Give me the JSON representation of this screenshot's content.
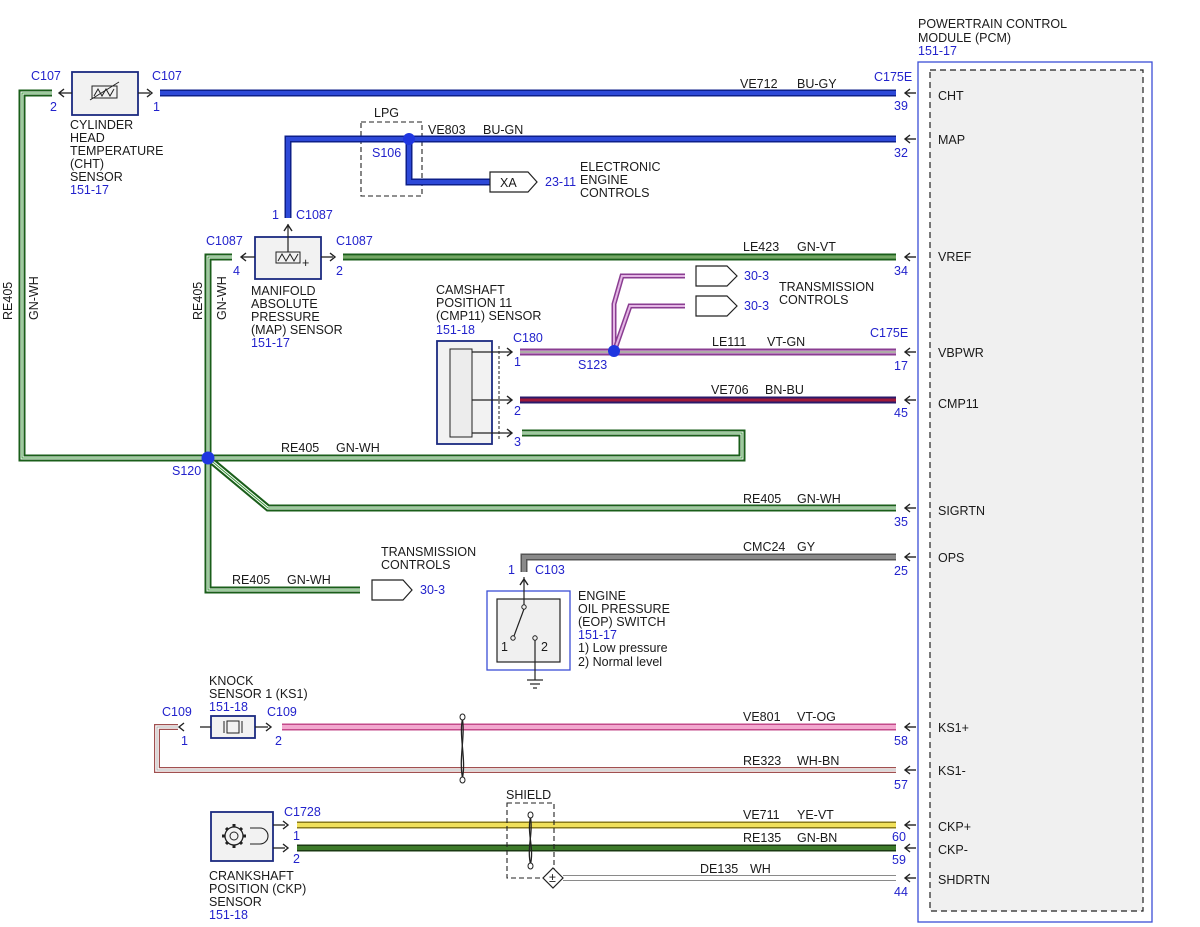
{
  "pcm": {
    "title_line1": "POWERTRAIN CONTROL",
    "title_line2": "MODULE (PCM)",
    "ref": "151-17",
    "connector_c175e": "C175E",
    "pins": {
      "cht": {
        "num": "39",
        "label": "CHT"
      },
      "map": {
        "num": "32",
        "label": "MAP"
      },
      "vref": {
        "num": "34",
        "label": "VREF"
      },
      "vbpwr": {
        "num": "17",
        "label": "VBPWR"
      },
      "cmp11": {
        "num": "45",
        "label": "CMP11"
      },
      "sigrtn": {
        "num": "35",
        "label": "SIGRTN"
      },
      "ops": {
        "num": "25",
        "label": "OPS"
      },
      "ks1p": {
        "num": "58",
        "label": "KS1+"
      },
      "ks1m": {
        "num": "57",
        "label": "KS1-"
      },
      "ckpp": {
        "num": "60",
        "label": "CKP+"
      },
      "ckpm": {
        "num": "59",
        "label": "CKP-"
      },
      "shdrtn": {
        "num": "44",
        "label": "SHDRTN"
      }
    }
  },
  "wires": {
    "ve712": {
      "circuit": "VE712",
      "color": "BU-GY"
    },
    "ve803": {
      "circuit": "VE803",
      "color": "BU-GN"
    },
    "le423": {
      "circuit": "LE423",
      "color": "GN-VT"
    },
    "le111": {
      "circuit": "LE111",
      "color": "VT-GN"
    },
    "ve706": {
      "circuit": "VE706",
      "color": "BN-BU"
    },
    "re405": {
      "circuit": "RE405",
      "color": "GN-WH"
    },
    "cmc24": {
      "circuit": "CMC24",
      "color": "GY"
    },
    "ve801": {
      "circuit": "VE801",
      "color": "VT-OG"
    },
    "re323": {
      "circuit": "RE323",
      "color": "WH-BN"
    },
    "ve711": {
      "circuit": "VE711",
      "color": "YE-VT"
    },
    "re135": {
      "circuit": "RE135",
      "color": "GN-BN"
    },
    "de135": {
      "circuit": "DE135",
      "color": "WH"
    }
  },
  "cht_sensor": {
    "line1": "CYLINDER",
    "line2": "HEAD",
    "line3": "TEMPERATURE",
    "line4": "(CHT)",
    "line5": "SENSOR",
    "ref": "151-17",
    "connector": "C107",
    "pin1": "1",
    "pin2": "2"
  },
  "map_sensor": {
    "line1": "MANIFOLD",
    "line2": "ABSOLUTE",
    "line3": "PRESSURE",
    "line4": "(MAP) SENSOR",
    "ref": "151-17",
    "connector": "C1087",
    "pin1": "1",
    "pin2": "2",
    "pin4": "4"
  },
  "lpg": {
    "label": "LPG",
    "splice": "S106"
  },
  "eec": {
    "xa": "XA",
    "ref": "23-11",
    "line1": "ELECTRONIC",
    "line2": "ENGINE",
    "line3": "CONTROLS"
  },
  "cmp_sensor": {
    "line1": "CAMSHAFT",
    "line2": "POSITION 11",
    "line3": "(CMP11) SENSOR",
    "ref": "151-18",
    "connector": "C180",
    "pin1": "1",
    "pin2": "2",
    "pin3": "3"
  },
  "trans_controls_top": {
    "ref1": "30-3",
    "ref2": "30-3",
    "line1": "TRANSMISSION",
    "line2": "CONTROLS"
  },
  "splices": {
    "s123": "S123",
    "s120": "S120"
  },
  "trans_controls_mid": {
    "line1": "TRANSMISSION",
    "line2": "CONTROLS",
    "ref": "30-3"
  },
  "eop_switch": {
    "line1": "ENGINE",
    "line2": "OIL PRESSURE",
    "line3": "(EOP) SWITCH",
    "ref": "151-17",
    "note1": "1) Low pressure",
    "note2": "2) Normal level",
    "connector": "C103",
    "pin1": "1",
    "pos1": "1",
    "pos2": "2"
  },
  "knock_sensor": {
    "line1": "KNOCK",
    "line2": "SENSOR 1 (KS1)",
    "ref": "151-18",
    "connector": "C109",
    "pin1": "1",
    "pin2": "2"
  },
  "ckp_sensor": {
    "line1": "CRANKSHAFT",
    "line2": "POSITION (CKP)",
    "line3": "SENSOR",
    "ref": "151-18",
    "connector": "C1728",
    "pin1": "1",
    "pin2": "2"
  },
  "shield": {
    "label": "SHIELD"
  },
  "colors": {
    "blue_wire": "#1f36c4",
    "green_wire": "#1f7a1f",
    "violet_wire": "#c58ac9",
    "brown_wire": "#8b1a3a",
    "gray_wire": "#7a7a7a",
    "pink_wire": "#e59bc2",
    "yellow_wire": "#e8d23a",
    "dark_green_wire": "#2a5e1e",
    "label_blue": "#2222cc",
    "module_border": "#3b4fd6"
  }
}
